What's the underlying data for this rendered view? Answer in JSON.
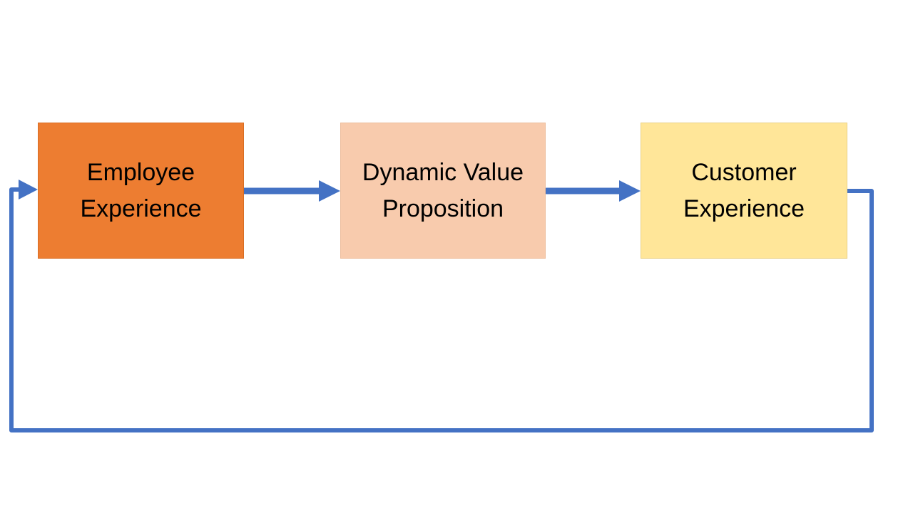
{
  "diagram": {
    "background": "#FFFFFF",
    "boxes": [
      {
        "id": "employee-experience",
        "label": "Employee Experience",
        "fill": "#ED7D31",
        "border": "#D96D23",
        "text_color": "#000000"
      },
      {
        "id": "dynamic-value-proposition",
        "label": "Dynamic Value Proposition",
        "fill": "#F8CBAD",
        "border": "#EDBE9D",
        "text_color": "#000000"
      },
      {
        "id": "customer-experience",
        "label": "Customer Experience",
        "fill": "#FFE699",
        "border": "#E9D186",
        "text_color": "#000000"
      }
    ],
    "connectors": [
      {
        "from": "employee-experience",
        "to": "dynamic-value-proposition",
        "type": "straight-arrow",
        "color": "#4472C4"
      },
      {
        "from": "dynamic-value-proposition",
        "to": "customer-experience",
        "type": "straight-arrow",
        "color": "#4472C4"
      },
      {
        "from": "customer-experience",
        "to": "employee-experience",
        "type": "elbow-feedback-arrow",
        "color": "#4472C4"
      }
    ]
  }
}
